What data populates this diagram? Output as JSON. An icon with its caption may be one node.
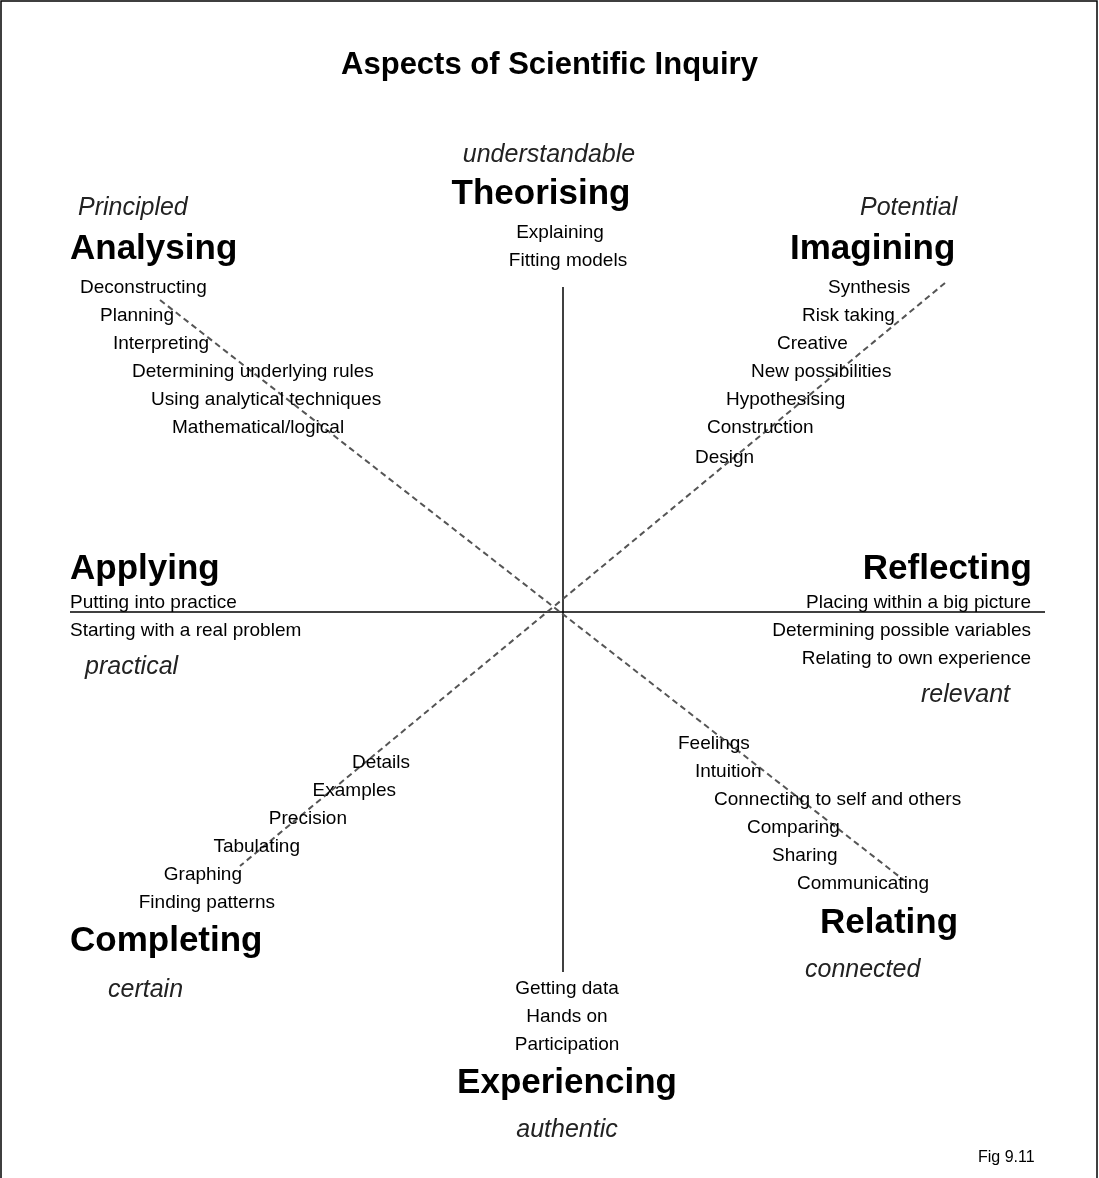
{
  "diagram": {
    "title": "Aspects of Scientific Inquiry",
    "nodes": [
      {
        "text": [
          "understandable",
          "Theorising",
          "Explaining",
          "Fitting models"
        ]
      },
      {
        "text": [
          "Principled",
          "Analysing",
          "Deconstructing",
          "Planning",
          "Interpreting",
          "Determining underlying rules",
          "Using analytical techniques",
          "Mathematical/logical"
        ]
      },
      {
        "text": [
          "Potential",
          "Imagining",
          "Synthesis",
          "Risk taking",
          "Creative",
          "New possibilities",
          "Hypothesising",
          "Construction",
          "Design"
        ]
      },
      {
        "text": [
          "Applying",
          "Putting into practice",
          "Starting with a real problem",
          "practical"
        ]
      },
      {
        "text": [
          "Reflecting",
          "Placing within a big picture",
          "Determining possible variables",
          "Relating to own experience",
          "relevant"
        ]
      },
      {
        "text": [
          "Feelings",
          "Intuition",
          "Connecting to self and others",
          "Comparing",
          "Sharing",
          "Communicating",
          "Relating",
          "connected"
        ]
      },
      {
        "text": [
          "Details",
          "Examples",
          "Precision",
          "Tabulating",
          "Graphing",
          "Finding patterns",
          "Completing",
          "certain"
        ]
      },
      {
        "text": [
          "Getting data",
          "Hands on",
          "Participation",
          "Experiencing",
          "authentic"
        ]
      }
    ],
    "labels": [
      "Fig 9.11"
    ]
  }
}
